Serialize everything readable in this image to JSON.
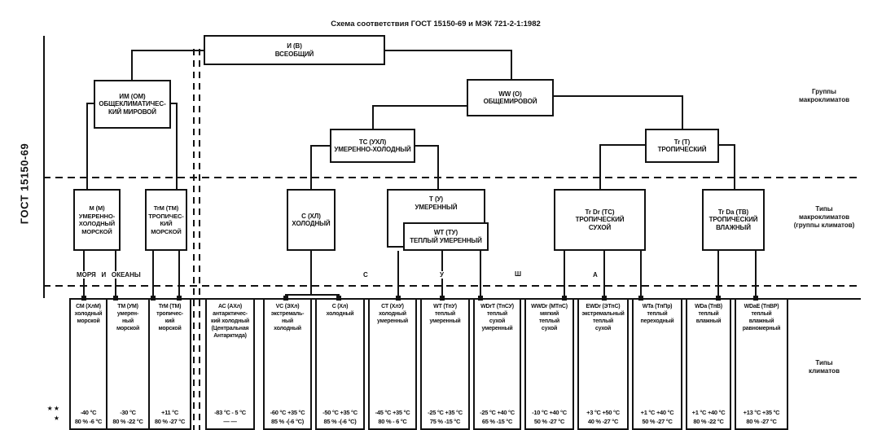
{
  "title": "Схема соответствия ГОСТ 15150-69 и МЭК 721-2-1:1982",
  "axis_label": "ГОСТ 15150-69",
  "right_labels": {
    "groups": [
      "Группы",
      "макроклиматов"
    ],
    "macro_types": [
      "Типы",
      "макроклиматов",
      "(группы климатов)"
    ],
    "climate_types": [
      "Типы",
      "климатов"
    ]
  },
  "zone_labels": {
    "seas": "МОРЯ   И   ОКЕАНЫ",
    "c": "С",
    "u": "У",
    "sh": "Ш",
    "a": "А"
  },
  "footnotes": {
    "temp_row_marker": "★★",
    "humidity_row_marker": "★"
  },
  "tree_boxes": {
    "i_v": [
      "И (В)",
      "ВСЕОБЩИЙ"
    ],
    "im_om": [
      "ИМ (ОМ)",
      "ОБЩЕКЛИМАТИЧЕС-",
      "КИЙ МИРОВОЙ"
    ],
    "ww_o": [
      "WW (О)",
      "ОБЩЕМИРОВОЙ"
    ],
    "tc_uhl": [
      "ТС (УХЛ)",
      "УМЕРЕННО-ХОЛОДНЫЙ"
    ],
    "tr_t": [
      "Tr (Т)",
      "ТРОПИЧЕСКИЙ"
    ],
    "m_m": [
      "М (М)",
      "УМЕРЕННО-",
      "ХОЛОДНЫЙ",
      "МОРСКОЙ"
    ],
    "trm_tm": [
      "TrM (ТМ)",
      "ТРОПИЧЕС-",
      "КИЙ",
      "МОРСКОЙ"
    ],
    "c_hl": [
      "С (ХЛ)",
      "ХОЛОДНЫЙ"
    ],
    "t_u": [
      "Т (У)",
      "УМЕРЕННЫЙ"
    ],
    "wt_tu": [
      "WT (ТУ)",
      "ТЕПЛЫЙ УМЕРЕННЫЙ"
    ],
    "trdr_tc": [
      "Tr Dr (ТС)",
      "ТРОПИЧЕСКИЙ",
      "СУХОЙ"
    ],
    "trda_tv": [
      "Tr Da (ТВ)",
      "ТРОПИЧЕСКИЙ",
      "ВЛАЖНЫЙ"
    ]
  },
  "climate_types": [
    {
      "name": [
        "СМ (ХлМ)",
        "холодный",
        "морской"
      ],
      "temp": "-40 °C",
      "hum": "80 % -6 °C"
    },
    {
      "name": [
        "ТМ (УМ)",
        "умерен-",
        "ный",
        "морской"
      ],
      "temp": "-30 °C",
      "hum": "80 % -22 °C"
    },
    {
      "name": [
        "TrM (ТМ)",
        "тропичес-",
        "кий",
        "морской"
      ],
      "temp": "+11 °C",
      "hum": "80 % -27 °C"
    },
    {
      "name": [
        "АС (АХл)",
        "антарктичес-",
        "кий холодный",
        "(Центральная",
        "Антарктида)"
      ],
      "temp": "-83 °C - 5 °C",
      "hum": "—    —"
    },
    {
      "name": [
        "VC (ЭХл)",
        "экстремаль-",
        "ный",
        "холодный"
      ],
      "temp": "-60 °C +35 °C",
      "hum": "85 % -(-6 °C)"
    },
    {
      "name": [
        "С (Хл)",
        "холодный"
      ],
      "temp": "-50 °C +35 °C",
      "hum": "85 % -(-6 °C)"
    },
    {
      "name": [
        "СТ (ХлУ)",
        "холодный",
        "умеренный"
      ],
      "temp": "-45 °C +35 °C",
      "hum": "80 % - 6 °C"
    },
    {
      "name": [
        "WT (ТпУ)",
        "теплый",
        "умеренный"
      ],
      "temp": "-25 °C +35 °C",
      "hum": "75 % -15 °C"
    },
    {
      "name": [
        "WDrT (ТпСУ)",
        "теплый",
        "сухой",
        "умеренный"
      ],
      "temp": "-25 °C +40 °C",
      "hum": "65 % -15 °C"
    },
    {
      "name": [
        "WWDr (МТпС)",
        "мягкий",
        "теплый",
        "сухой"
      ],
      "temp": "-10 °C +40 °C",
      "hum": "50 % -27 °C"
    },
    {
      "name": [
        "EWDr (ЭТпС)",
        "экстремальный",
        "теплый",
        "сухой"
      ],
      "temp": "+3 °C +50 °C",
      "hum": "40 % -27 °C"
    },
    {
      "name": [
        "WTa (ТпПр)",
        "теплый",
        "переходный"
      ],
      "temp": "+1 °C +40 °C",
      "hum": "50 % -27 °C"
    },
    {
      "name": [
        "WDa (ТпВ)",
        "теплый",
        "влажный"
      ],
      "temp": "+1 °C +40 °C",
      "hum": "80 % -22 °C"
    },
    {
      "name": [
        "WDaE (ТпВР)",
        "теплый",
        "влажный",
        "равномерный"
      ],
      "temp": "+13 °C +35 °C",
      "hum": "80 % -27 °C"
    }
  ]
}
